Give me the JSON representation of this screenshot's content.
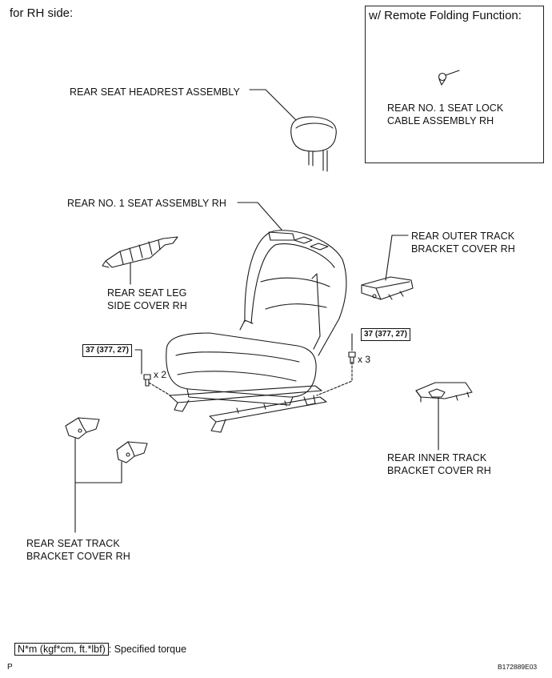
{
  "title": "for RH side:",
  "inset": {
    "title": "w/ Remote Folding Function:",
    "label_line1": "REAR NO. 1 SEAT LOCK",
    "label_line2": "CABLE ASSEMBLY RH"
  },
  "labels": {
    "headrest": "REAR SEAT HEADREST ASSEMBLY",
    "seat": "REAR NO. 1 SEAT ASSEMBLY RH",
    "leg_cover_1": "REAR SEAT LEG",
    "leg_cover_2": "SIDE COVER RH",
    "outer_track_1": "REAR OUTER TRACK",
    "outer_track_2": "BRACKET COVER RH",
    "inner_track_1": "REAR INNER TRACK",
    "inner_track_2": "BRACKET COVER RH",
    "seat_track_1": "REAR SEAT TRACK",
    "seat_track_2": "BRACKET COVER RH"
  },
  "torque_left": "37 (377, 27)",
  "torque_right": "37 (377, 27)",
  "qty_left": "x 2",
  "qty_right": "x 3",
  "legend": {
    "box": "N*m (kgf*cm, ft.*lbf)",
    "text": ": Specified torque"
  },
  "corner_left": "P",
  "figure_code": "B172889E03"
}
